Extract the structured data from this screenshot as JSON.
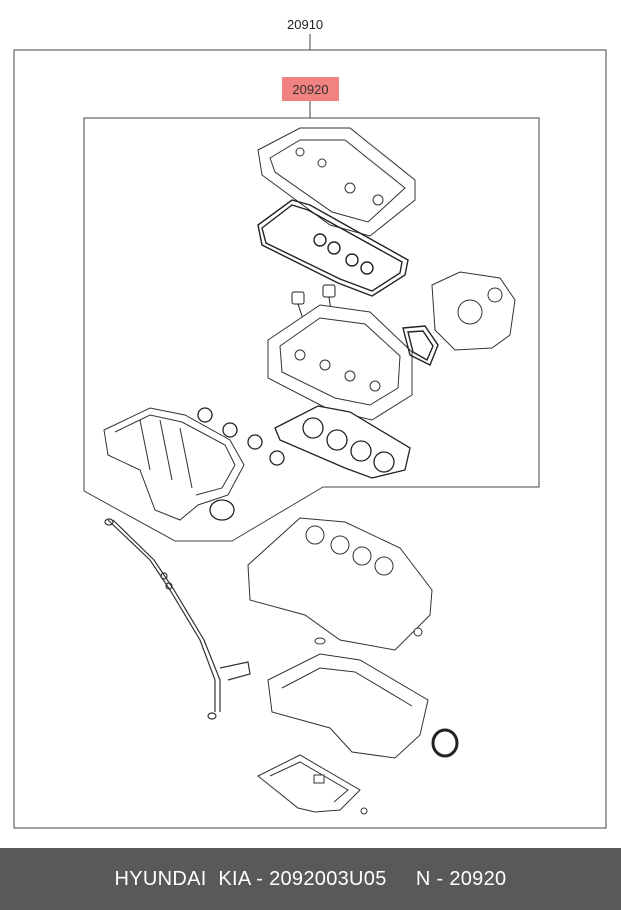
{
  "diagram": {
    "assembly_number": "20910",
    "kit_number": "20920"
  },
  "footer": {
    "text": "HYUNDAI  KIA - 2092003U05     N - 20920"
  },
  "colors": {
    "kit_highlight": "#f08282",
    "footer_bg": "#58595b",
    "line": "#444444"
  }
}
